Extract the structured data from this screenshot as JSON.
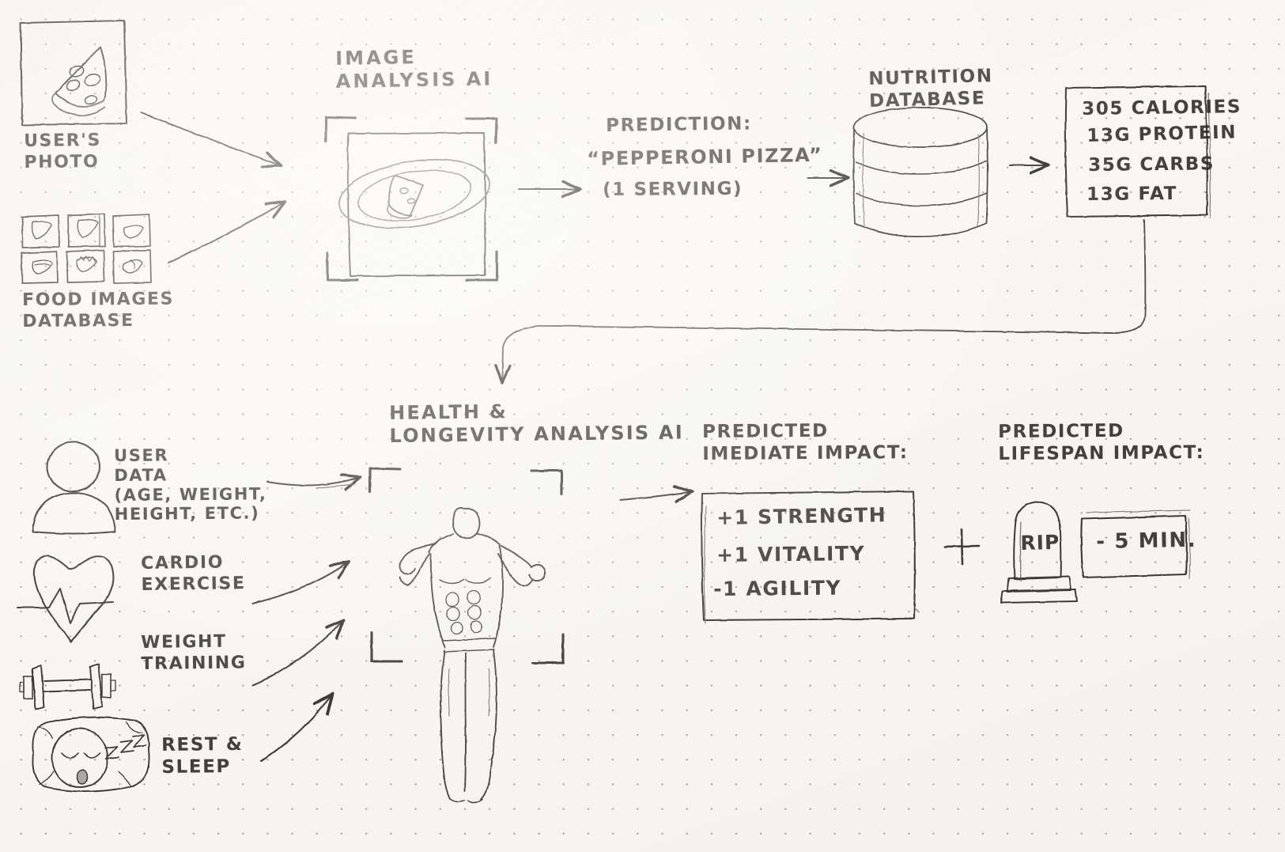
{
  "diagram": {
    "title": "AI food photo to health & longevity impact pipeline sketch",
    "medium": "hand-drawn pencil sketch on dotted paper",
    "ink_color": "#2f2d2b",
    "paper_color": "#f8f6f2",
    "dot_color": "#b3b0a8"
  },
  "inputs": {
    "user_photo": {
      "label": "USER'S\nPHOTO",
      "icon": "pizza-slice-photo-icon"
    },
    "food_db": {
      "label": "FOOD IMAGES\nDATABASE",
      "icon": "food-image-grid-icon",
      "thumbnail_count": 6
    }
  },
  "image_ai": {
    "label": "IMAGE\nANALYSIS AI",
    "frame_icon": "scan-brackets-icon",
    "content_icon": "pizza-on-plate-icon"
  },
  "prediction": {
    "heading": "PREDICTION:",
    "value": "“PEPPERONI PIZZA”",
    "serving": "(1 SERVING)"
  },
  "nutrition_db": {
    "label": "NUTRITION\nDATABASE",
    "icon": "database-cylinder-icon"
  },
  "nutrition_facts": {
    "lines": [
      "305 CALORIES",
      "13g PROTEIN",
      "35g CARBS",
      "13g FAT"
    ],
    "calories": 305,
    "protein_g": 13,
    "carbs_g": 35,
    "fat_g": 13
  },
  "health_inputs": [
    {
      "label": "USER\nDATA\n(AGE, WEIGHT,\nHEIGHT, etc.)",
      "icon": "user-avatar-icon"
    },
    {
      "label": "CARDIO\nEXERCISE",
      "icon": "heart-pulse-icon"
    },
    {
      "label": "WEIGHT\nTRAINING",
      "icon": "dumbbell-icon"
    },
    {
      "label": "REST &\nSLEEP",
      "icon": "sleeping-face-pillow-icon",
      "extra": "zzz"
    }
  ],
  "health_ai": {
    "label": "HEALTH &\nLONGEVITY ANALYSIS AI",
    "frame_icon": "scan-brackets-icon",
    "content_icon": "flexing-muscular-figure-icon"
  },
  "immediate_impact": {
    "heading": "PREDICTED\nIMEDIATE IMPACT:",
    "items": [
      "+1 STRENGTH",
      "+1 VITALITY",
      "-1 AGILITY"
    ]
  },
  "combiner": {
    "symbol": "+"
  },
  "lifespan_impact": {
    "heading": "PREDICTED\nLIFESPAN IMPACT:",
    "tombstone_text": "RIP",
    "tombstone_icon": "gravestone-icon",
    "value": "- 5 MIN."
  },
  "arrows": [
    {
      "name": "photo-to-image-ai"
    },
    {
      "name": "food-db-to-image-ai"
    },
    {
      "name": "image-ai-to-prediction"
    },
    {
      "name": "prediction-to-nutrition-db"
    },
    {
      "name": "nutrition-db-to-facts"
    },
    {
      "name": "facts-to-health-ai"
    },
    {
      "name": "user-data-to-health-ai"
    },
    {
      "name": "cardio-to-health-ai"
    },
    {
      "name": "weights-to-health-ai"
    },
    {
      "name": "sleep-to-health-ai"
    },
    {
      "name": "health-ai-to-immediate-impact"
    }
  ]
}
